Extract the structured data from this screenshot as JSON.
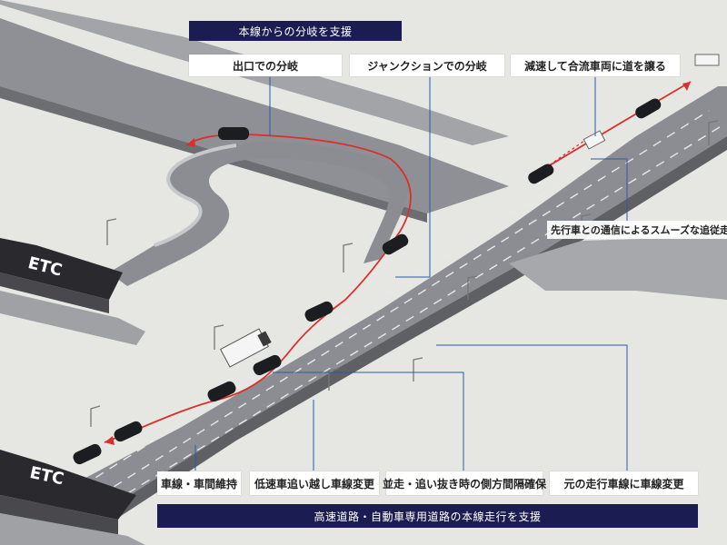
{
  "top_banner": "本線からの分岐を支援",
  "bottom_banner": "高速道路・自動車専用道路の本線走行を支援",
  "top_labels": [
    "出口での分岐",
    "ジャンクションでの分岐",
    "減速して合流車両に道を譲る"
  ],
  "callout": "先行車との通信によるスムーズな追従走行",
  "bottom_labels": [
    "車線・車間維持",
    "低速車追い越し車線変更",
    "並走・追い抜き時の側方間隔確保",
    "元の走行車線に車線変更"
  ],
  "etc_signs": [
    "ETC",
    "ETC"
  ],
  "colors": {
    "banner": "#1b1d52",
    "route": "#d9302a",
    "leader": "#2b5aa8",
    "road": "#8c8d92",
    "background": "#e6e6e3"
  }
}
